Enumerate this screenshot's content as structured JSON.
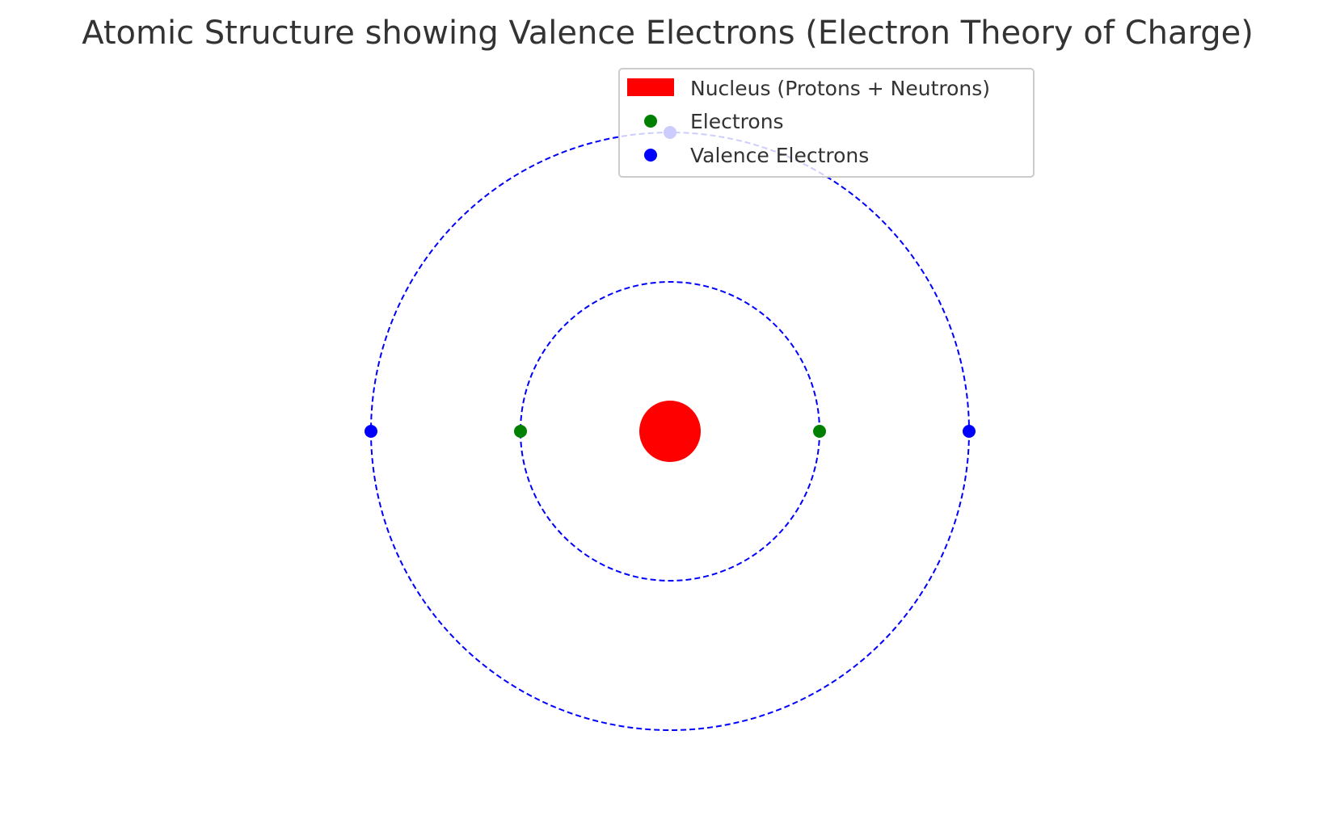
{
  "title": "Atomic Structure showing Valence Electrons (Electron Theory of Charge)",
  "colors": {
    "nucleus": "#ff0000",
    "electron": "#008000",
    "valence_electron": "#0000ff",
    "shell": "#0000ff",
    "text": "#333333",
    "legend_border": "#cccccc"
  },
  "legend": {
    "nucleus_label": "Nucleus (Protons + Neutrons)",
    "electrons_label": "Electrons",
    "valence_label": "Valence Electrons"
  },
  "atom": {
    "shells": [
      {
        "radius": 1,
        "style": "dashed"
      },
      {
        "radius": 2,
        "style": "dashed"
      }
    ],
    "electrons": [
      {
        "shell": 1,
        "angle_deg": 0,
        "kind": "electron"
      },
      {
        "shell": 1,
        "angle_deg": 180,
        "kind": "electron"
      },
      {
        "shell": 2,
        "angle_deg": 0,
        "kind": "valence"
      },
      {
        "shell": 2,
        "angle_deg": 90,
        "kind": "valence"
      },
      {
        "shell": 2,
        "angle_deg": 180,
        "kind": "valence"
      }
    ]
  }
}
